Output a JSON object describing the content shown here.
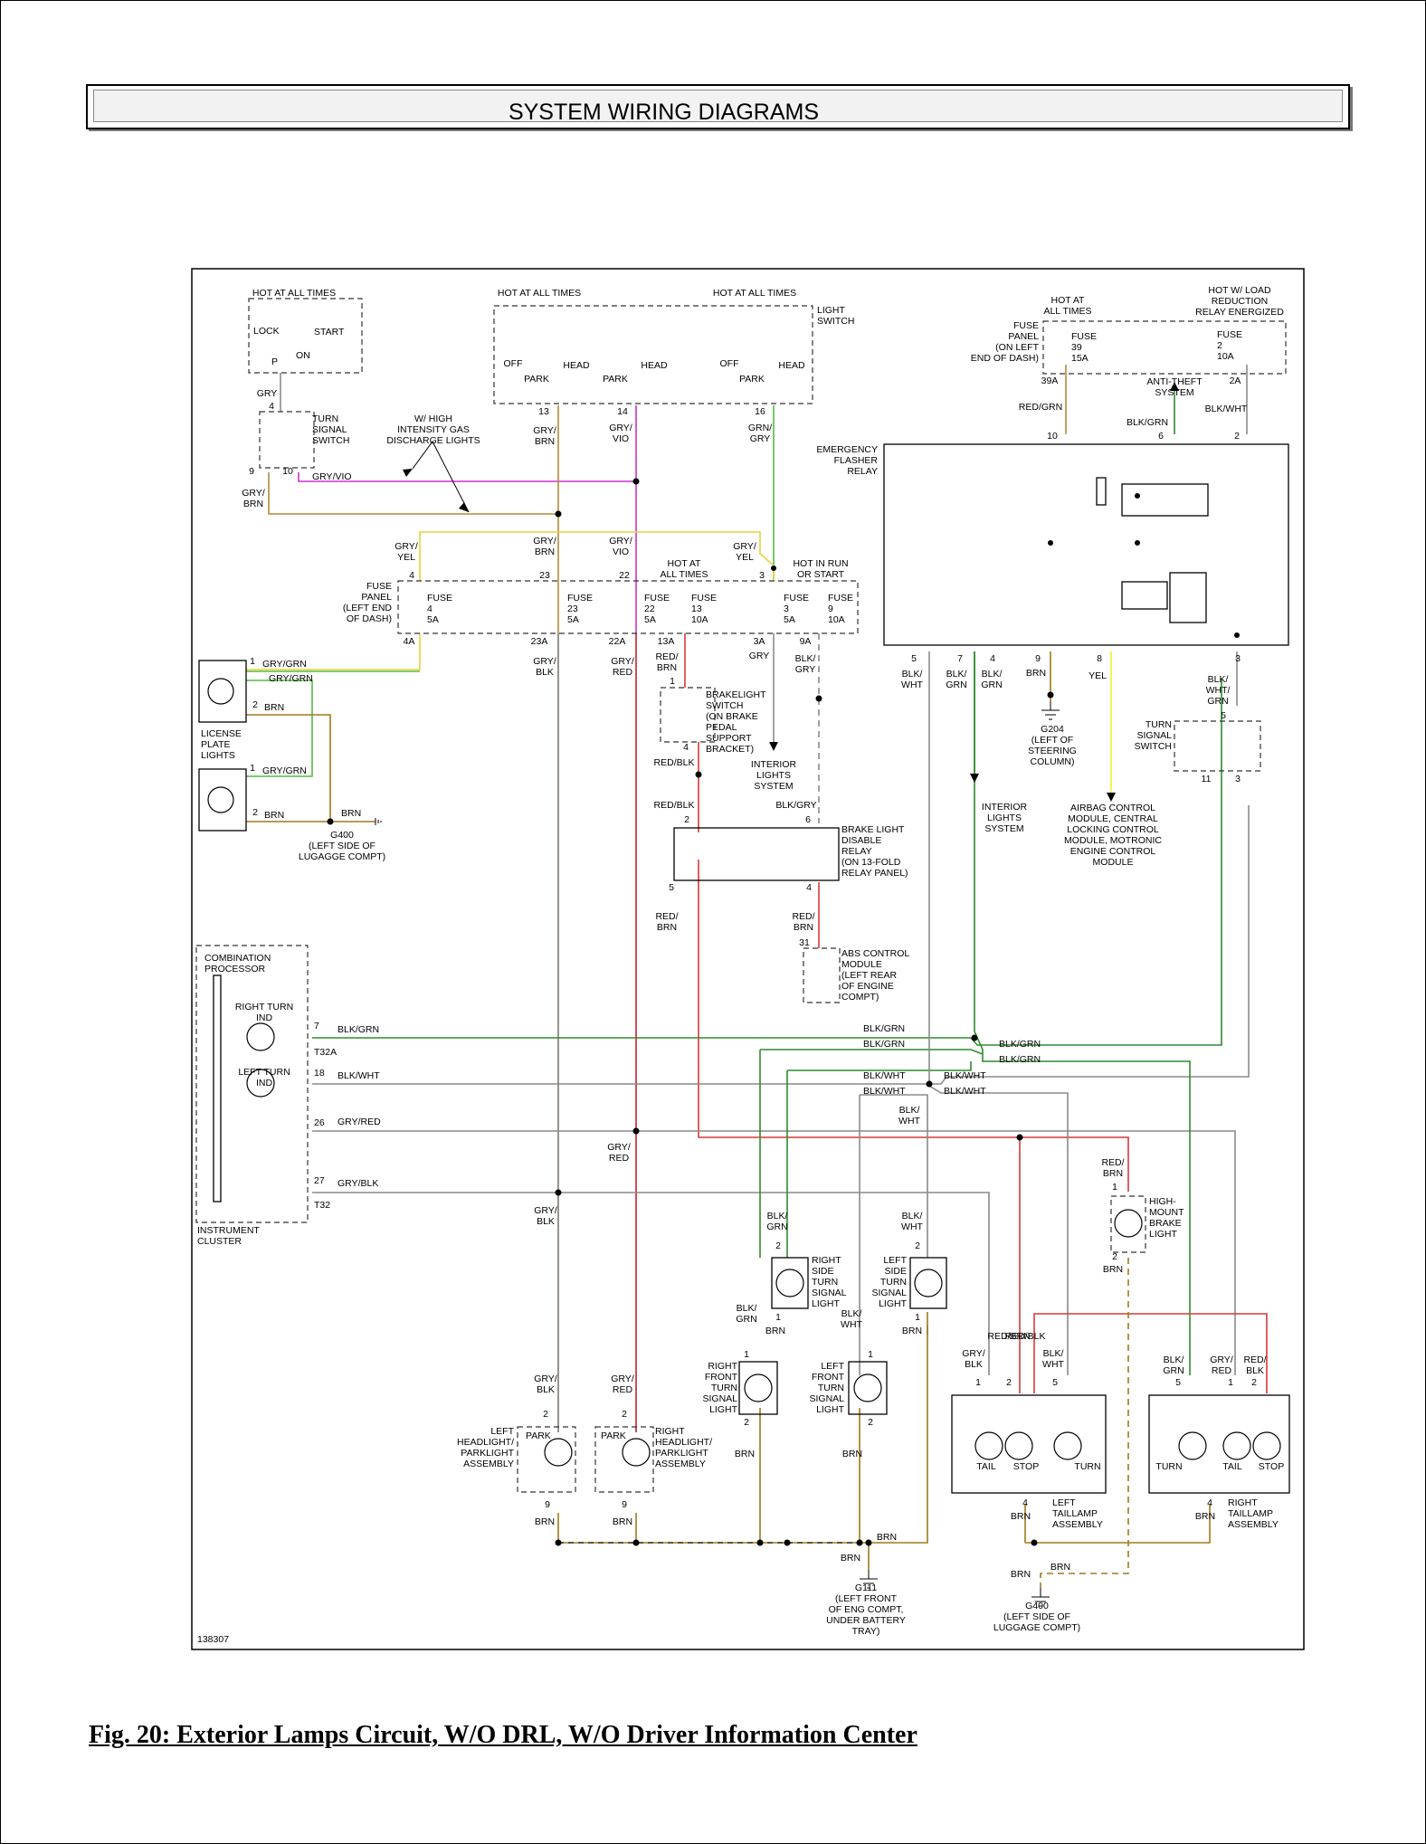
{
  "header": {
    "title": "SYSTEM WIRING DIAGRAMS"
  },
  "caption": "Fig. 20: Exterior Lamps Circuit, W/O DRL, W/O Driver Information Center",
  "diagram_id": "138307",
  "colors": {
    "gry_vio": "#cc33cc",
    "gry_yel": "#e6d33a",
    "gry_brn": "#b08a3c",
    "gry_grn": "#55bb44",
    "red": "#d63a3a",
    "green": "#2e8b2e",
    "yellow": "#f0f030",
    "brn": "#a07a1a",
    "wire_gray": "#8a8a8a"
  },
  "labels": {
    "hot_all_times_1": "HOT AT ALL TIMES",
    "lock": "LOCK",
    "start": "START",
    "p": "P",
    "on": "ON",
    "gry_ign": "GRY",
    "pin4_ts": "4",
    "turn_signal_switch": [
      "TURN",
      "SIGNAL",
      "SWITCH"
    ],
    "pin9": "9",
    "pin10": "10",
    "gry_brn_left": [
      "GRY/",
      "BRN"
    ],
    "gry_vio_left": "GRY/VIO",
    "hid_note": [
      "W/ HIGH",
      "INTENSITY GAS",
      "DISCHARGE LIGHTS"
    ],
    "hot_all_times_ls1": "HOT AT ALL TIMES",
    "hot_all_times_ls2": "HOT AT ALL TIMES",
    "light_switch": [
      "LIGHT",
      "SWITCH"
    ],
    "off1": "OFF",
    "park1": "PARK",
    "head1": "HEAD",
    "park2": "PARK",
    "head2": "HEAD",
    "off2": "OFF",
    "park3": "PARK",
    "head3": "HEAD",
    "ls13": "13",
    "ls14": "14",
    "ls16": "16",
    "w_gry_brn": [
      "GRY/",
      "BRN"
    ],
    "w_gry_vio": [
      "GRY/",
      "VIO"
    ],
    "w_grn_gry": [
      "GRN/",
      "GRY"
    ],
    "fp_gry_yel1": [
      "GRY/",
      "YEL"
    ],
    "fp_gry_brn": [
      "GRY/",
      "BRN"
    ],
    "fp_gry_vio": [
      "GRY/",
      "VIO"
    ],
    "hot_all_times_fp": [
      "HOT AT",
      "ALL TIMES"
    ],
    "fp_gry_yel2": [
      "GRY/",
      "YEL"
    ],
    "hot_run_start": [
      "HOT IN RUN",
      "OR START"
    ],
    "fp_p4": "4",
    "fp_p23": "23",
    "fp_p22": "22",
    "fp_p3": "3",
    "fuse_panel_label": [
      "FUSE",
      "PANEL",
      "(LEFT END",
      "OF DASH)"
    ],
    "fuse4": [
      "FUSE",
      "4",
      "5A"
    ],
    "fuse23": [
      "FUSE",
      "23",
      "5A"
    ],
    "fuse22": [
      "FUSE",
      "22",
      "5A"
    ],
    "fuse13": [
      "FUSE",
      "13",
      "10A"
    ],
    "fuse3": [
      "FUSE",
      "3",
      "5A"
    ],
    "fuse9": [
      "FUSE",
      "9",
      "10A"
    ],
    "fp_4a": "4A",
    "fp_23a": "23A",
    "fp_22a": "22A",
    "fp_13a": "13A",
    "fp_3a": "3A",
    "fp_9a": "9A",
    "w_gry_blk": [
      "GRY/",
      "BLK"
    ],
    "w_gry_red": [
      "GRY/",
      "RED"
    ],
    "w_red_brn1": [
      "RED/",
      "BRN"
    ],
    "w_gry": "GRY",
    "w_blk_gry": [
      "BLK/",
      "GRY"
    ],
    "lp1": "1",
    "lp_gry_grn1": "GRY/GRN",
    "lp_gry_grn2": "GRY/GRN",
    "lp2": "2",
    "lp_brn1": "BRN",
    "license_plate": [
      "LICENSE",
      "PLATE",
      "LIGHTS"
    ],
    "lp1b": "1",
    "lp_gry_grn3": "GRY/GRN",
    "lp2b": "2",
    "lp_brn2": "BRN",
    "lp_brn3": "BRN",
    "g400_top": [
      "G400",
      "(LEFT SIDE OF",
      "LUGAGGE COMPT)"
    ],
    "bls_pin1": "1",
    "brakelight_switch": [
      "BRAKELIGHT",
      "SWITCH",
      "(ON BRAKE",
      "PEDAL",
      "SUPPORT",
      "BRACKET)"
    ],
    "bls_pin4": "4",
    "interior_lights_1": [
      "INTERIOR",
      "LIGHTS",
      "SYSTEM"
    ],
    "w_red_blk1": "RED/BLK",
    "w_red_blk2": "RED/BLK",
    "w_blk_gry2": "BLK/GRY",
    "bld_p2": "2",
    "bld_p6": "6",
    "bld_p5": "5",
    "bld_p4": "4",
    "brake_light_disable": [
      "BRAKE LIGHT",
      "DISABLE",
      "RELAY",
      "(ON 13-FOLD",
      "RELAY PANEL)"
    ],
    "w_red_brn2": [
      "RED/",
      "BRN"
    ],
    "w_red_brn3": [
      "RED/",
      "BRN"
    ],
    "abs_p31": "31",
    "abs_module": [
      "ABS CONTROL",
      "MODULE",
      "(LEFT REAR",
      "OF ENGINE",
      "COMPT)"
    ],
    "hot_at_all_times_r": [
      "HOT AT",
      "ALL TIMES"
    ],
    "hot_w_load": [
      "HOT W/ LOAD",
      "REDUCTION",
      "RELAY ENERGIZED"
    ],
    "fuse_panel_r": [
      "FUSE",
      "PANEL",
      "(ON LEFT",
      "END OF DASH)"
    ],
    "fuse39": [
      "FUSE",
      "39",
      "15A"
    ],
    "fuse2": [
      "FUSE",
      "2",
      "10A"
    ],
    "fp_39a": "39A",
    "fp_2a": "2A",
    "anti_theft": [
      "ANTI-THEFT",
      "SYSTEM"
    ],
    "w_red_grn": [
      "RED/GRN"
    ],
    "w_blk_grn_top": "BLK/GRN",
    "w_blk_wht_top": "BLK/WHT",
    "efr_p10": "10",
    "efr_p6": "6",
    "efr_p2": "2",
    "emergency_flasher": [
      "EMERGENCY",
      "FLASHER",
      "RELAY"
    ],
    "efr_p5": "5",
    "efr_p7": "7",
    "efr_p4": "4",
    "efr_p9": "9",
    "efr_p8": "8",
    "efr_p3": "3",
    "w5_blk_wht": [
      "BLK/",
      "WHT"
    ],
    "w7_blk_grn": [
      "BLK/",
      "GRN"
    ],
    "w4_blk_grn": [
      "BLK/",
      "GRN"
    ],
    "w9_brn": "BRN",
    "w8_yel": "YEL",
    "w3_blk_wht_grn": [
      "BLK/",
      "WHT/",
      "GRN"
    ],
    "g204": [
      "G204",
      "(LEFT OF",
      "STEERING",
      "COLUMN)"
    ],
    "interior_lights_2": [
      "INTERIOR",
      "LIGHTS",
      "SYSTEM"
    ],
    "airbag_module": [
      "AIRBAG CONTROL",
      "MODULE, CENTRAL",
      "LOCKING CONTROL",
      "MODULE, MOTRONIC",
      "ENGINE CONTROL",
      "MODULE"
    ],
    "tss_p5": "5",
    "tss_p11": "11",
    "tss_p3": "3",
    "turn_signal_switch_r": [
      "TURN",
      "SIGNAL",
      "SWITCH"
    ],
    "w_blk_grn_vert": "BLK/GRN",
    "w_blk_wht_vert": "BLK/WHT",
    "combination_processor": [
      "COMBINATION",
      "PROCESSOR"
    ],
    "right_turn_ind": [
      "RIGHT TURN",
      "IND"
    ],
    "left_turn_ind": [
      "LEFT TURN",
      "IND"
    ],
    "ic_p7": "7",
    "t32a": "T32A",
    "ic_p18": "18",
    "ic_p26": "26",
    "ic_p27": "27",
    "t32": "T32",
    "instrument_cluster": [
      "INSTRUMENT",
      "CLUSTER"
    ],
    "h_blk_grn1": "BLK/GRN",
    "h_blk_wht1": "BLK/WHT",
    "h_gry_red": "GRY/RED",
    "h_gry_blk": "GRY/BLK",
    "h_blk_grn2": "BLK/GRN",
    "h_blk_grn3": "BLK/GRN",
    "h_blk_grn4": "BLK/GRN",
    "h_blk_grn5": "BLK/GRN",
    "h_blk_wht2": "BLK/WHT",
    "h_blk_wht3": "BLK/WHT",
    "h_blk_wht4": "BLK/WHT",
    "h_blk_wht5": "BLK/WHT",
    "h_blk_wht6": [
      "BLK/",
      "WHT"
    ],
    "w_gry_red2": [
      "GRY/",
      "RED"
    ],
    "w_gry_blk2": [
      "GRY/",
      "BLK"
    ],
    "w_red_brn_hm": [
      "RED/",
      "BRN"
    ],
    "hm_p1": "1",
    "hm_p2": "2",
    "high_mount": [
      "HIGH-",
      "MOUNT",
      "BRAKE",
      "LIGHT"
    ],
    "hm_brn": "BRN",
    "rs_blk_grn": [
      "BLK/",
      "GRN"
    ],
    "rs_p2": "2",
    "right_side_turn": [
      "RIGHT",
      "SIDE",
      "TURN",
      "SIGNAL",
      "LIGHT"
    ],
    "rs_p1": "1",
    "rs_brn": "BRN",
    "ls_blk_wht": [
      "BLK/",
      "WHT"
    ],
    "ls_p2": "2",
    "left_side_turn": [
      "LEFT",
      "SIDE",
      "TURN",
      "SIGNAL",
      "LIGHT"
    ],
    "ls_p1": "1",
    "ls_brn": "BRN",
    "rf_blk_grn": [
      "BLK/",
      "GRN"
    ],
    "rf_p1": "1",
    "right_front_turn": [
      "RIGHT",
      "FRONT",
      "TURN",
      "SIGNAL",
      "LIGHT"
    ],
    "rf_p2": "2",
    "rf_brn": "BRN",
    "lf_blk_wht": [
      "BLK/",
      "WHT"
    ],
    "lf_p1": "1",
    "left_front_turn": [
      "LEFT",
      "FRONT",
      "TURN",
      "SIGNAL",
      "LIGHT"
    ],
    "lf_p2": "2",
    "lf_brn": "BRN",
    "lh_gry_blk": [
      "GRY/",
      "BLK"
    ],
    "lh_p2": "2",
    "lh_park": "PARK",
    "left_headlight": [
      "LEFT",
      "HEADLIGHT/",
      "PARKLIGHT",
      "ASSEMBLY"
    ],
    "lh_p9": "9",
    "lh_brn": "BRN",
    "rh_gry_red": [
      "GRY/",
      "RED"
    ],
    "rh_p2": "2",
    "rh_park": "PARK",
    "right_headlight": [
      "RIGHT",
      "HEADLIGHT/",
      "PARKLIGHT",
      "ASSEMBLY"
    ],
    "rh_p9": "9",
    "rh_brn": "BRN",
    "lt_gry_blk": [
      "GRY/",
      "BLK"
    ],
    "lt_red_brn": [
      "RED/BRN"
    ],
    "lt_red_blk": [
      "RED/BLK"
    ],
    "lt_blk_wht": [
      "BLK/",
      "WHT"
    ],
    "lt_p1": "1",
    "lt_p2": "2",
    "lt_p5": "5",
    "lt_tail": "TAIL",
    "lt_stop": "STOP",
    "lt_turn": "TURN",
    "lt_p4": "4",
    "lt_brn": "BRN",
    "left_taillamp": [
      "LEFT",
      "TAILLAMP",
      "ASSEMBLY"
    ],
    "rt_blk_grn": [
      "BLK/",
      "GRN"
    ],
    "rt_gry_red": [
      "GRY/",
      "RED"
    ],
    "rt_red_blk": [
      "RED/",
      "BLK"
    ],
    "rt_p5": "5",
    "rt_p1": "1",
    "rt_p2": "2",
    "rt_turn": "TURN",
    "rt_tail": "TAIL",
    "rt_stop": "STOP",
    "rt_p4": "4",
    "rt_brn": "BRN",
    "right_taillamp": [
      "RIGHT",
      "TAILLAMP",
      "ASSEMBLY"
    ],
    "bot_brn1": "BRN",
    "bot_brn2": "BRN",
    "g111": [
      "G111",
      "(LEFT FRONT",
      "OF ENG COMPT,",
      "UNDER BATTERY",
      "TRAY)"
    ],
    "g400_bot_brn1": "BRN",
    "g400_bot_brn2": "BRN",
    "g400_bot": [
      "G400",
      "(LEFT SIDE OF",
      "LUGGAGE COMPT)"
    ]
  }
}
